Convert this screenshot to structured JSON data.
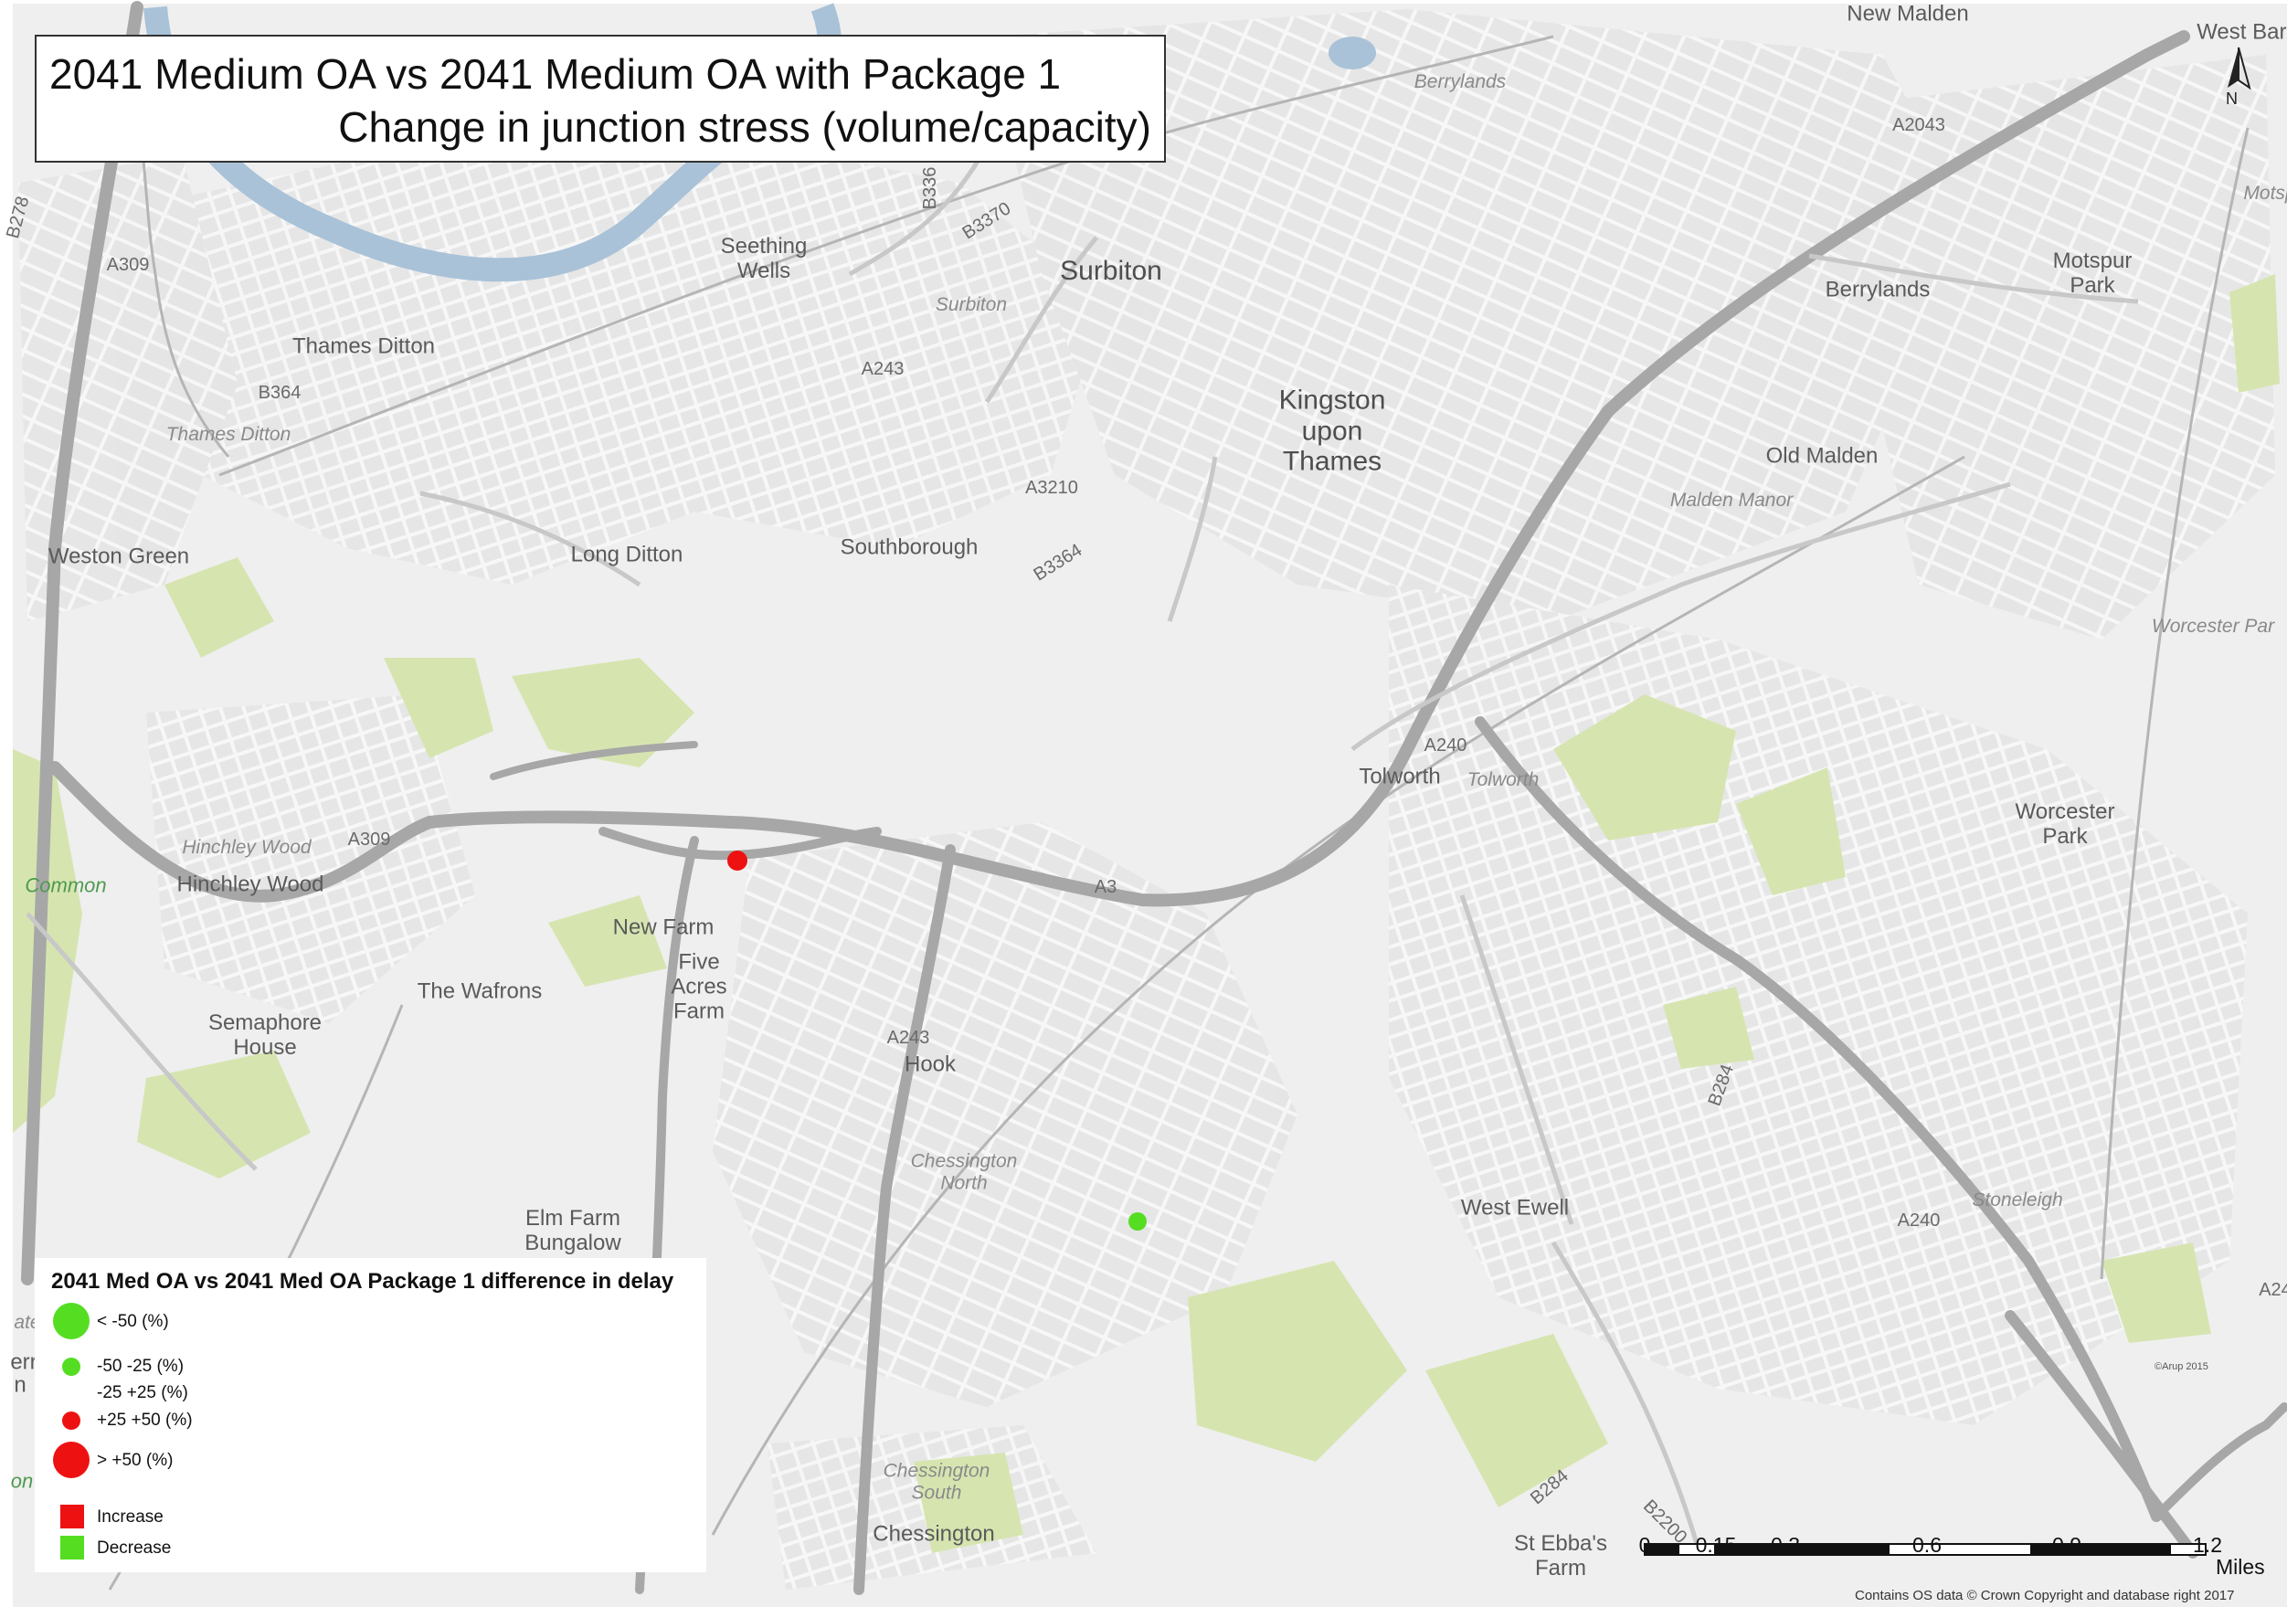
{
  "title": {
    "line1": "2041 Medium OA vs 2041 Medium OA with Package 1",
    "line2": "Change in junction stress (volume/capacity)"
  },
  "legend": {
    "title": "2041 Med OA vs 2041 Med OA Package 1 difference in delay",
    "items": [
      {
        "label": "< -50 (%)",
        "symbol": "circle-large",
        "color": "#55dd22"
      },
      {
        "label": "-50 -25 (%)",
        "symbol": "circle-small",
        "color": "#55dd22"
      },
      {
        "label": "-25 +25 (%)",
        "symbol": "none",
        "color": ""
      },
      {
        "label": "+25 +50 (%)",
        "symbol": "circle-small",
        "color": "#ee1111"
      },
      {
        "label": "> +50 (%)",
        "symbol": "circle-large",
        "color": "#ee1111"
      },
      {
        "label": "Increase",
        "symbol": "square",
        "color": "#ee1111"
      },
      {
        "label": "Decrease",
        "symbol": "square",
        "color": "#55dd22"
      }
    ]
  },
  "map": {
    "places": [
      {
        "name": "New Malden"
      },
      {
        "name": "Berrylands"
      },
      {
        "name": "Berrylands"
      },
      {
        "name": "West Barn"
      },
      {
        "name": "Seething Wells"
      },
      {
        "name": "Surbiton"
      },
      {
        "name": "Surbiton"
      },
      {
        "name": "Thames Ditton"
      },
      {
        "name": "Thames Ditton"
      },
      {
        "name": "Kingston upon Thames"
      },
      {
        "name": "Motspur Park"
      },
      {
        "name": "Motsp"
      },
      {
        "name": "Old Malden"
      },
      {
        "name": "Malden Manor"
      },
      {
        "name": "Weston Green"
      },
      {
        "name": "Long Ditton"
      },
      {
        "name": "Southborough"
      },
      {
        "name": "Worcester Par"
      },
      {
        "name": "Tolworth"
      },
      {
        "name": "Tolworth"
      },
      {
        "name": "Worcester Park"
      },
      {
        "name": "Hinchley Wood"
      },
      {
        "name": "Hinchley Wood"
      },
      {
        "name": "Common"
      },
      {
        "name": "New Farm"
      },
      {
        "name": "Five Acres Farm"
      },
      {
        "name": "The Wafrons"
      },
      {
        "name": "Semaphore House"
      },
      {
        "name": "Hook"
      },
      {
        "name": "Chessington North"
      },
      {
        "name": "West Ewell"
      },
      {
        "name": "Stoneleigh"
      },
      {
        "name": "Elm Farm Bungalow"
      },
      {
        "name": "Chessington South"
      },
      {
        "name": "Chessington"
      },
      {
        "name": "St Ebba's Farm"
      },
      {
        "name": "ate"
      },
      {
        "name": "erry"
      },
      {
        "name": "n"
      },
      {
        "name": "on"
      }
    ],
    "roads": [
      {
        "name": "A309"
      },
      {
        "name": "B364"
      },
      {
        "name": "B3370"
      },
      {
        "name": "B336"
      },
      {
        "name": "A243"
      },
      {
        "name": "A3210"
      },
      {
        "name": "B3364"
      },
      {
        "name": "A2043"
      },
      {
        "name": "A240"
      },
      {
        "name": "A309"
      },
      {
        "name": "A3"
      },
      {
        "name": "A243"
      },
      {
        "name": "B284"
      },
      {
        "name": "A240"
      },
      {
        "name": "A24"
      },
      {
        "name": "B284"
      },
      {
        "name": "B2200"
      },
      {
        "name": "B278"
      }
    ],
    "junction_markers": [
      {
        "change": "+25 +50 (%)",
        "color": "#ee1111"
      },
      {
        "change": "-50 -25 (%)",
        "color": "#55dd22"
      }
    ]
  },
  "north_label": "N",
  "scalebar": {
    "ticks": [
      "0",
      "0.15",
      "0.3",
      "0.6",
      "0.9",
      "1.2"
    ],
    "unit": "Miles"
  },
  "copyright": "Contains OS data © Crown Copyright and database right 2017",
  "arup": "©Arup 2015",
  "colors": {
    "background": "#efefef",
    "roads": "#a7a7a7",
    "minor": "#dcdcdc",
    "water": "#a9c2d8",
    "green": "#d6e5b0"
  }
}
